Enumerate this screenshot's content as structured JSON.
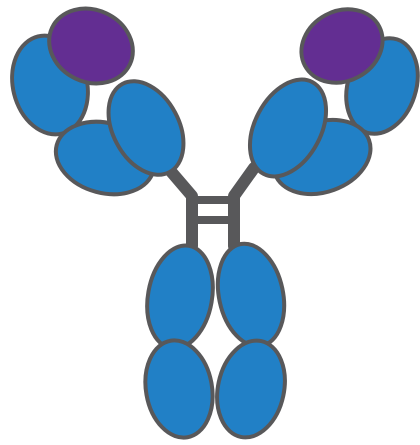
{
  "diagram": {
    "subject": "antibody-structure",
    "colors": {
      "outline": "#58585a",
      "constant_domain": "#2180c6",
      "variable_tip": "#632e92",
      "background": "#ffffff"
    },
    "arms": [
      {
        "side": "left",
        "domains": [
          "variable-tip",
          "light-constant",
          "heavy-variable",
          "heavy-constant"
        ]
      },
      {
        "side": "right",
        "domains": [
          "variable-tip",
          "light-constant",
          "heavy-variable",
          "heavy-constant"
        ]
      }
    ],
    "hinge": {
      "disulfide_bridges": 2
    },
    "fc_stem": {
      "domain_pairs": 2
    }
  }
}
